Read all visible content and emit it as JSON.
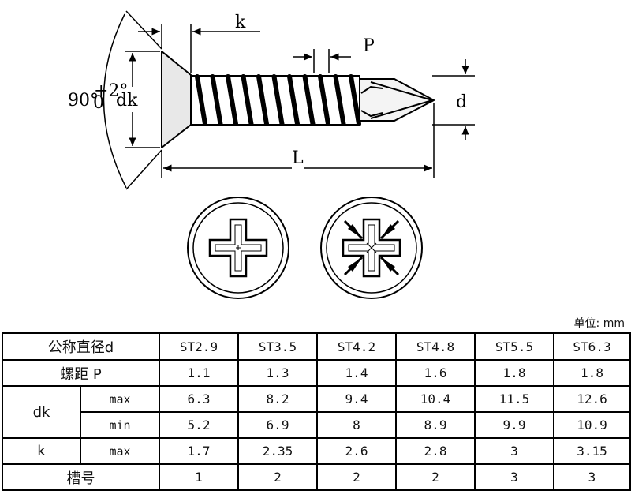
{
  "labels": {
    "k": "k",
    "P": "P",
    "dk": "dk",
    "angle": "90°",
    "angle_tol_upper": "+2°",
    "angle_tol_lower": "0",
    "d": "d",
    "L": "L"
  },
  "unit_note": "单位: mm",
  "table": {
    "header_label": "公称直径d",
    "sizes": [
      "ST2.9",
      "ST3.5",
      "ST4.2",
      "ST4.8",
      "ST5.5",
      "ST6.3"
    ],
    "pitch": {
      "label": "螺距 P",
      "values": [
        "1.1",
        "1.3",
        "1.4",
        "1.6",
        "1.8",
        "1.8"
      ]
    },
    "dk": {
      "label": "dk",
      "max": {
        "label": "max",
        "values": [
          "6.3",
          "8.2",
          "9.4",
          "10.4",
          "11.5",
          "12.6"
        ]
      },
      "min": {
        "label": "min",
        "values": [
          "5.2",
          "6.9",
          "8",
          "8.9",
          "9.9",
          "10.9"
        ]
      }
    },
    "k": {
      "label": "k",
      "max": {
        "label": "max",
        "values": [
          "1.7",
          "2.35",
          "2.6",
          "2.8",
          "3",
          "3.15"
        ]
      }
    },
    "recess": {
      "label": "槽号",
      "values": [
        "1",
        "2",
        "2",
        "2",
        "3",
        "3"
      ]
    }
  }
}
